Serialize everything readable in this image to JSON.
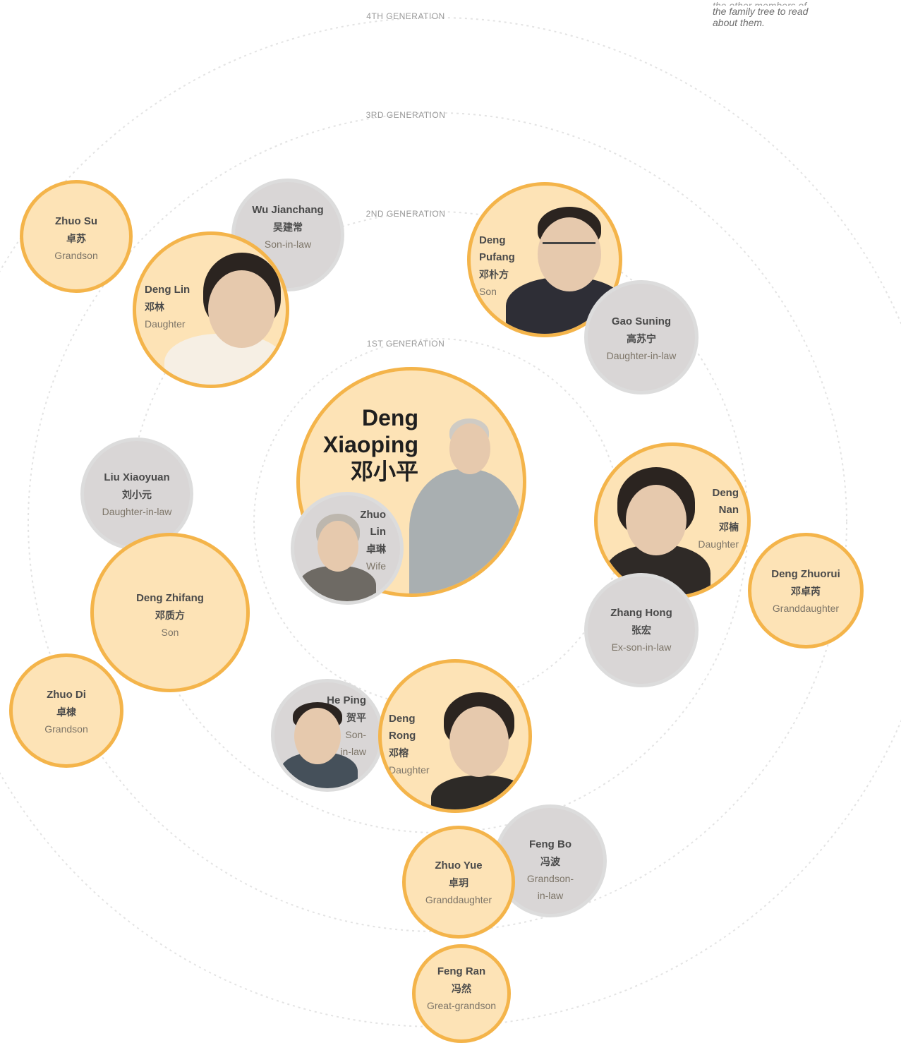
{
  "intro": {
    "line1": "the other members of",
    "line2": "the family tree to read",
    "line3": "about them."
  },
  "generations": {
    "g4": "4TH GENERATION",
    "g3": "3RD GENERATION",
    "g2": "2ND GENERATION",
    "g1": "1ST GENERATION"
  },
  "people": {
    "deng_xiaoping": {
      "name_line1": "Deng",
      "name_line2": "Xiaoping",
      "chinese": "邓小平"
    },
    "zhuo_lin": {
      "name_line1": "Zhuo",
      "name_line2": "Lin",
      "chinese": "卓琳",
      "role": "Wife"
    },
    "zhuo_su": {
      "name": "Zhuo Su",
      "chinese": "卓苏",
      "role": "Grandson"
    },
    "wu_jianchang": {
      "name": "Wu Jianchang",
      "chinese": "吴建常",
      "role": "Son-in-law"
    },
    "deng_lin": {
      "name": "Deng Lin",
      "chinese": "邓林",
      "role": "Daughter"
    },
    "deng_pufang": {
      "name_line1": "Deng",
      "name_line2": "Pufang",
      "chinese": "邓朴方",
      "role": "Son"
    },
    "gao_suning": {
      "name": "Gao Suning",
      "chinese": "高苏宁",
      "role": "Daughter-in-law"
    },
    "liu_xiaoyuan": {
      "name": "Liu Xiaoyuan",
      "chinese": "刘小元",
      "role": "Daughter-in-law"
    },
    "deng_zhifang": {
      "name": "Deng Zhifang",
      "chinese": "邓质方",
      "role": "Son"
    },
    "deng_nan": {
      "name_line1": "Deng",
      "name_line2": "Nan",
      "chinese": "邓楠",
      "role": "Daughter"
    },
    "deng_zhuorui": {
      "name": "Deng Zhuorui",
      "chinese": "邓卓芮",
      "role": "Granddaughter"
    },
    "zhang_hong": {
      "name": "Zhang Hong",
      "chinese": "张宏",
      "role": "Ex-son-in-law"
    },
    "zhuo_di": {
      "name": "Zhuo Di",
      "chinese": "卓棣",
      "role": "Grandson"
    },
    "he_ping": {
      "name": "He Ping",
      "chinese": "贺平",
      "role_line1": "Son-",
      "role_line2": "in-law"
    },
    "deng_rong": {
      "name_line1": "Deng",
      "name_line2": "Rong",
      "chinese": "邓榕",
      "role": "Daughter"
    },
    "zhuo_yue": {
      "name": "Zhuo Yue",
      "chinese": "卓玥",
      "role": "Granddaughter"
    },
    "feng_bo": {
      "name": "Feng Bo",
      "chinese": "冯波",
      "role_line1": "Grandson-",
      "role_line2": "in-law"
    },
    "feng_ran": {
      "name": "Feng Ran",
      "chinese": "冯然",
      "role": "Great-grandson"
    }
  },
  "colors": {
    "family_fill": "#fde3b6",
    "family_border": "#f4b44a",
    "inlaw_fill": "#d9d6d6",
    "ring": "#d6d6d6"
  }
}
